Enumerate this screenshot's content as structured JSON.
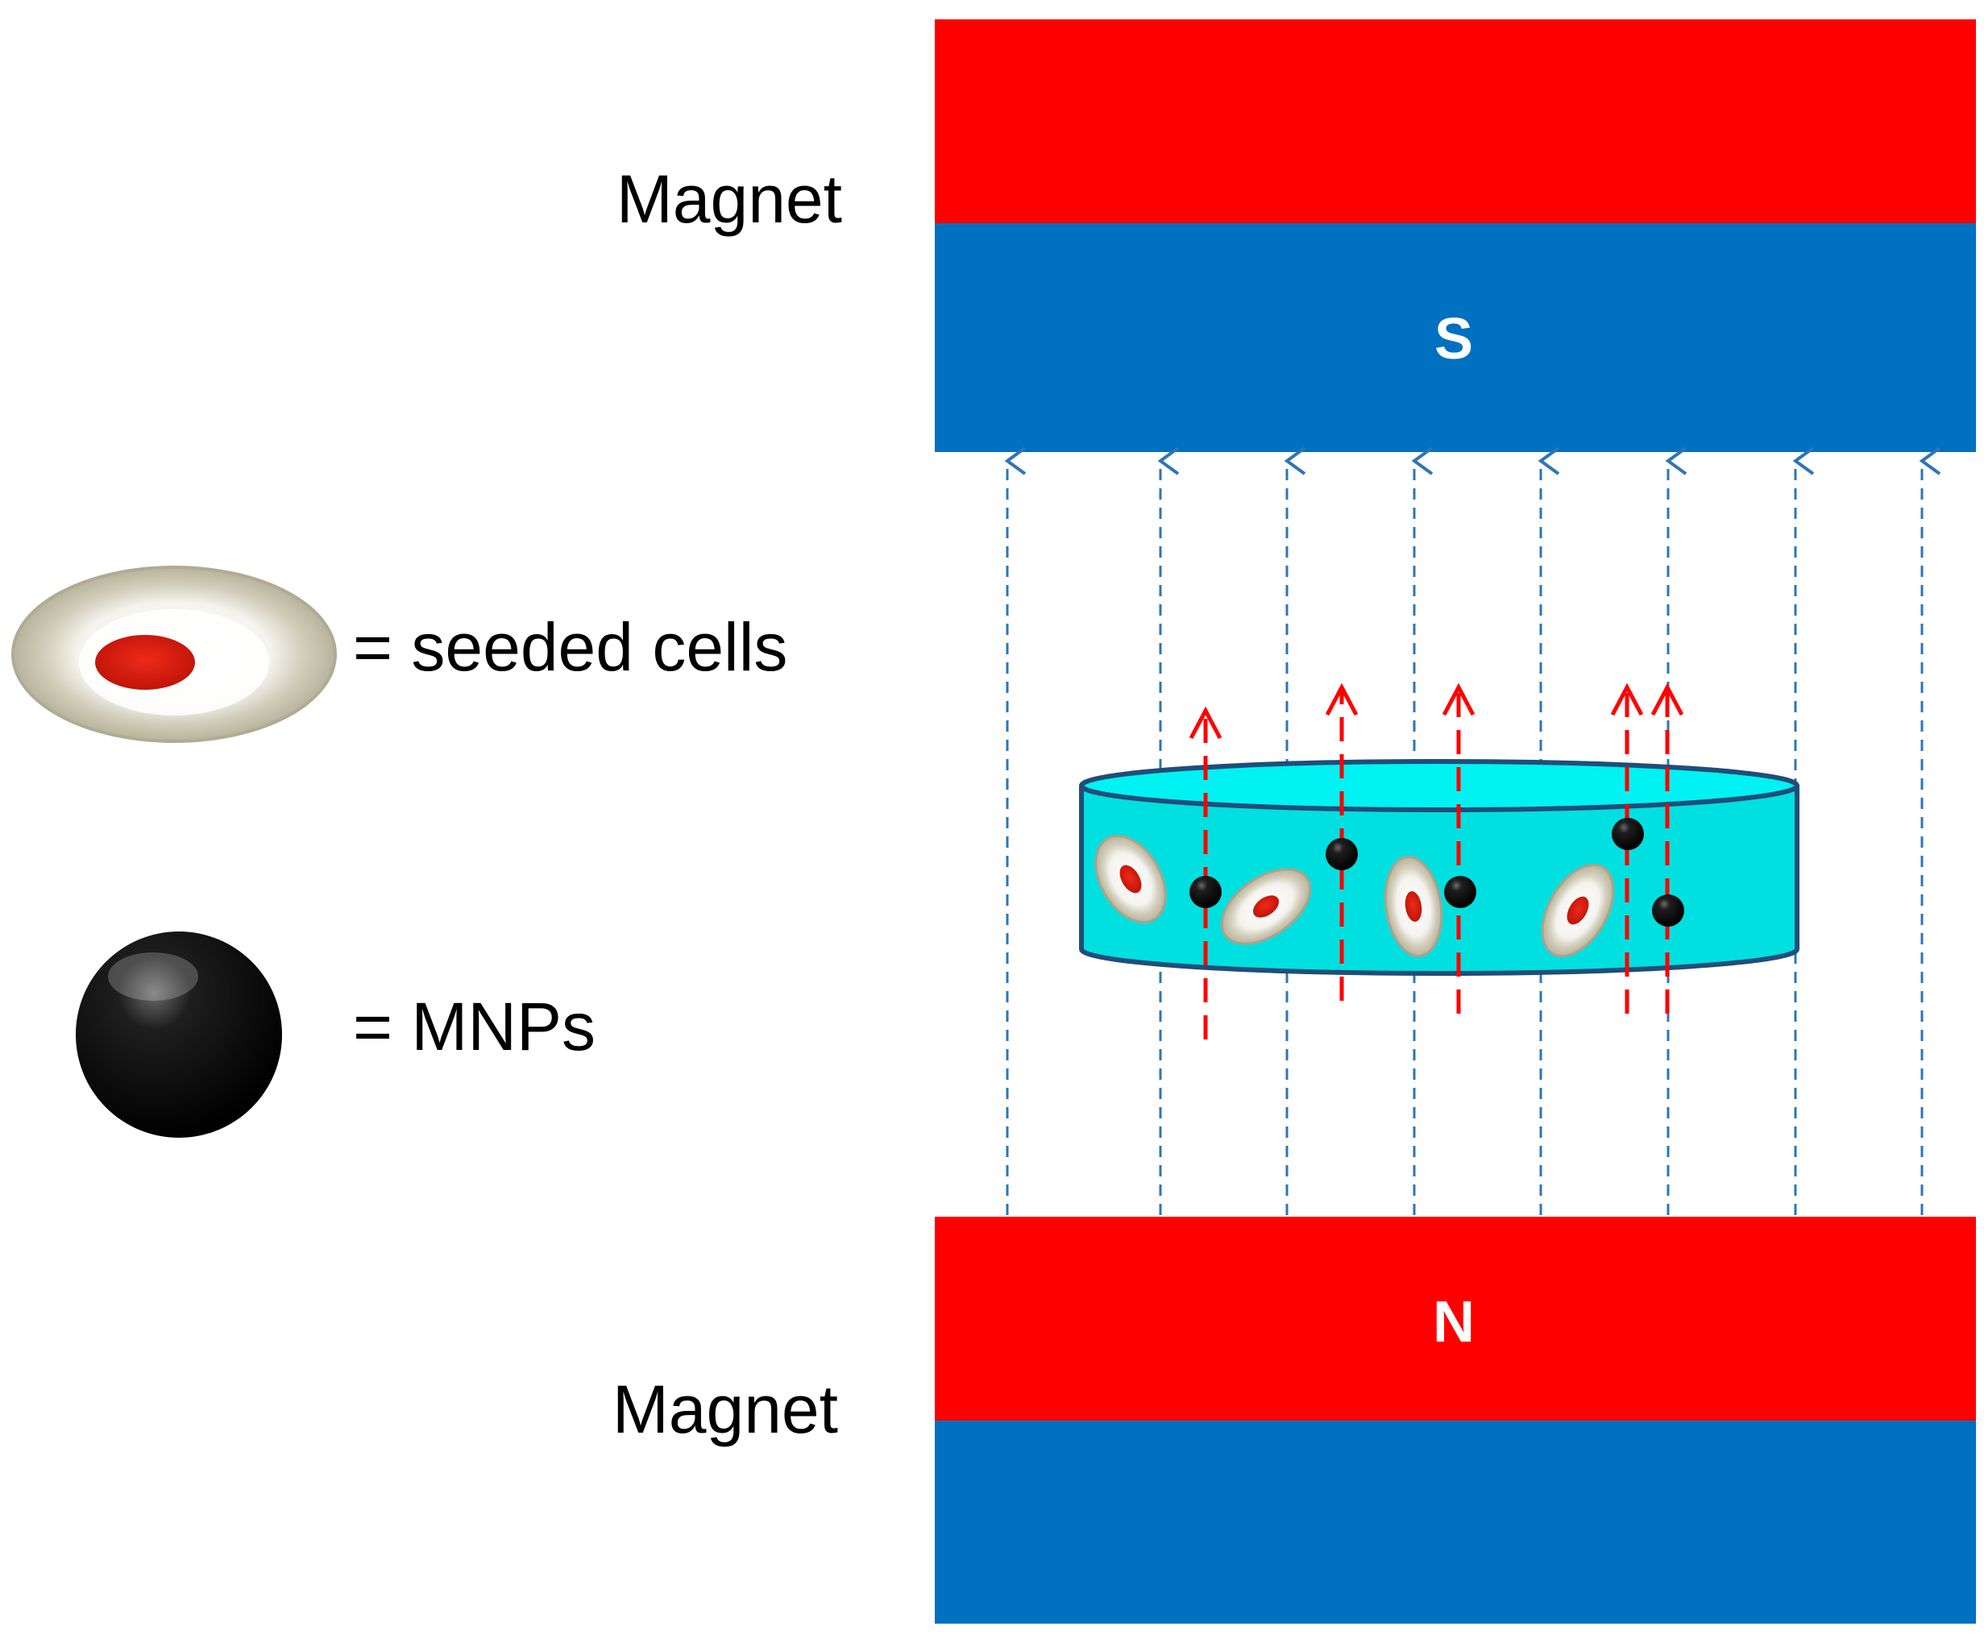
{
  "magnet_top": {
    "label": "Magnet",
    "pole": "S"
  },
  "magnet_bottom": {
    "label": "Magnet",
    "pole": "N"
  },
  "legend": {
    "cells": {
      "text": "= seeded cells",
      "icon": "seeded-cell-icon"
    },
    "mnps": {
      "text": "= MNPs",
      "icon": "mnp-sphere-icon"
    }
  },
  "colors": {
    "north_red": "#ff0000",
    "south_blue": "#0070c0",
    "field_line": "#2e75b6",
    "force_arrow": "#ff0000",
    "dish_fill": "#00e0e0",
    "dish_stroke": "#1f4e79",
    "cell_outer": "#ddd9c6",
    "cell_nucleus": "#d42010",
    "particle": "#000000"
  }
}
